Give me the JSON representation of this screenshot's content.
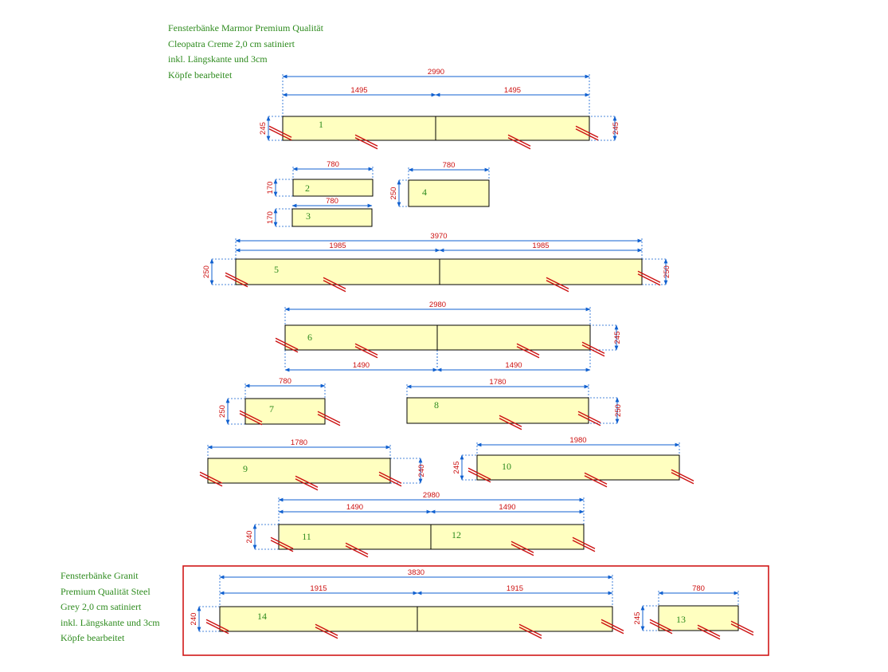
{
  "notes": {
    "marble": [
      "Fensterbänke Marmor Premium Qualität",
      "Cleopatra Creme 2,0 cm satiniert",
      "inkl. Längskante und 3cm",
      "Köpfe bearbeitet"
    ],
    "granite": [
      "Fensterbänke Granit",
      "Premium Qualität Steel",
      "Grey 2,0 cm satiniert",
      "inkl. Längskante und 3cm",
      "Köpfe bearbeitet"
    ]
  },
  "colors": {
    "slab_fill": "#ffffc0",
    "dimension": "#1060d0",
    "dim_text": "#cc1010",
    "note_text": "#2e8b1e",
    "mark": "#cc1010",
    "frame": "#d01818"
  },
  "slabs": [
    {
      "id": "1",
      "length": "2990",
      "segments": [
        "1495",
        "1495"
      ],
      "depth": "245"
    },
    {
      "id": "2",
      "length": "780",
      "depth": "170"
    },
    {
      "id": "3",
      "length": "780",
      "depth": "170"
    },
    {
      "id": "4",
      "length": "780",
      "depth": "250"
    },
    {
      "id": "5",
      "length": "3970",
      "segments": [
        "1985",
        "1985"
      ],
      "depth": "250"
    },
    {
      "id": "6",
      "length": "2980",
      "segments": [
        "1490",
        "1490"
      ],
      "depth": "245"
    },
    {
      "id": "7",
      "length": "780",
      "depth": "250"
    },
    {
      "id": "8",
      "length": "1780",
      "depth": "250"
    },
    {
      "id": "9",
      "length": "1780",
      "depth": "240"
    },
    {
      "id": "10",
      "length": "1980",
      "depth": "245"
    },
    {
      "id": "11",
      "length": "2980",
      "segments": [
        "1490",
        "1490"
      ],
      "depth": "240"
    },
    {
      "id": "12"
    },
    {
      "id": "14",
      "length": "3830",
      "segments": [
        "1915",
        "1915"
      ],
      "depth": "240"
    },
    {
      "id": "13",
      "length": "780",
      "depth": "245"
    }
  ]
}
